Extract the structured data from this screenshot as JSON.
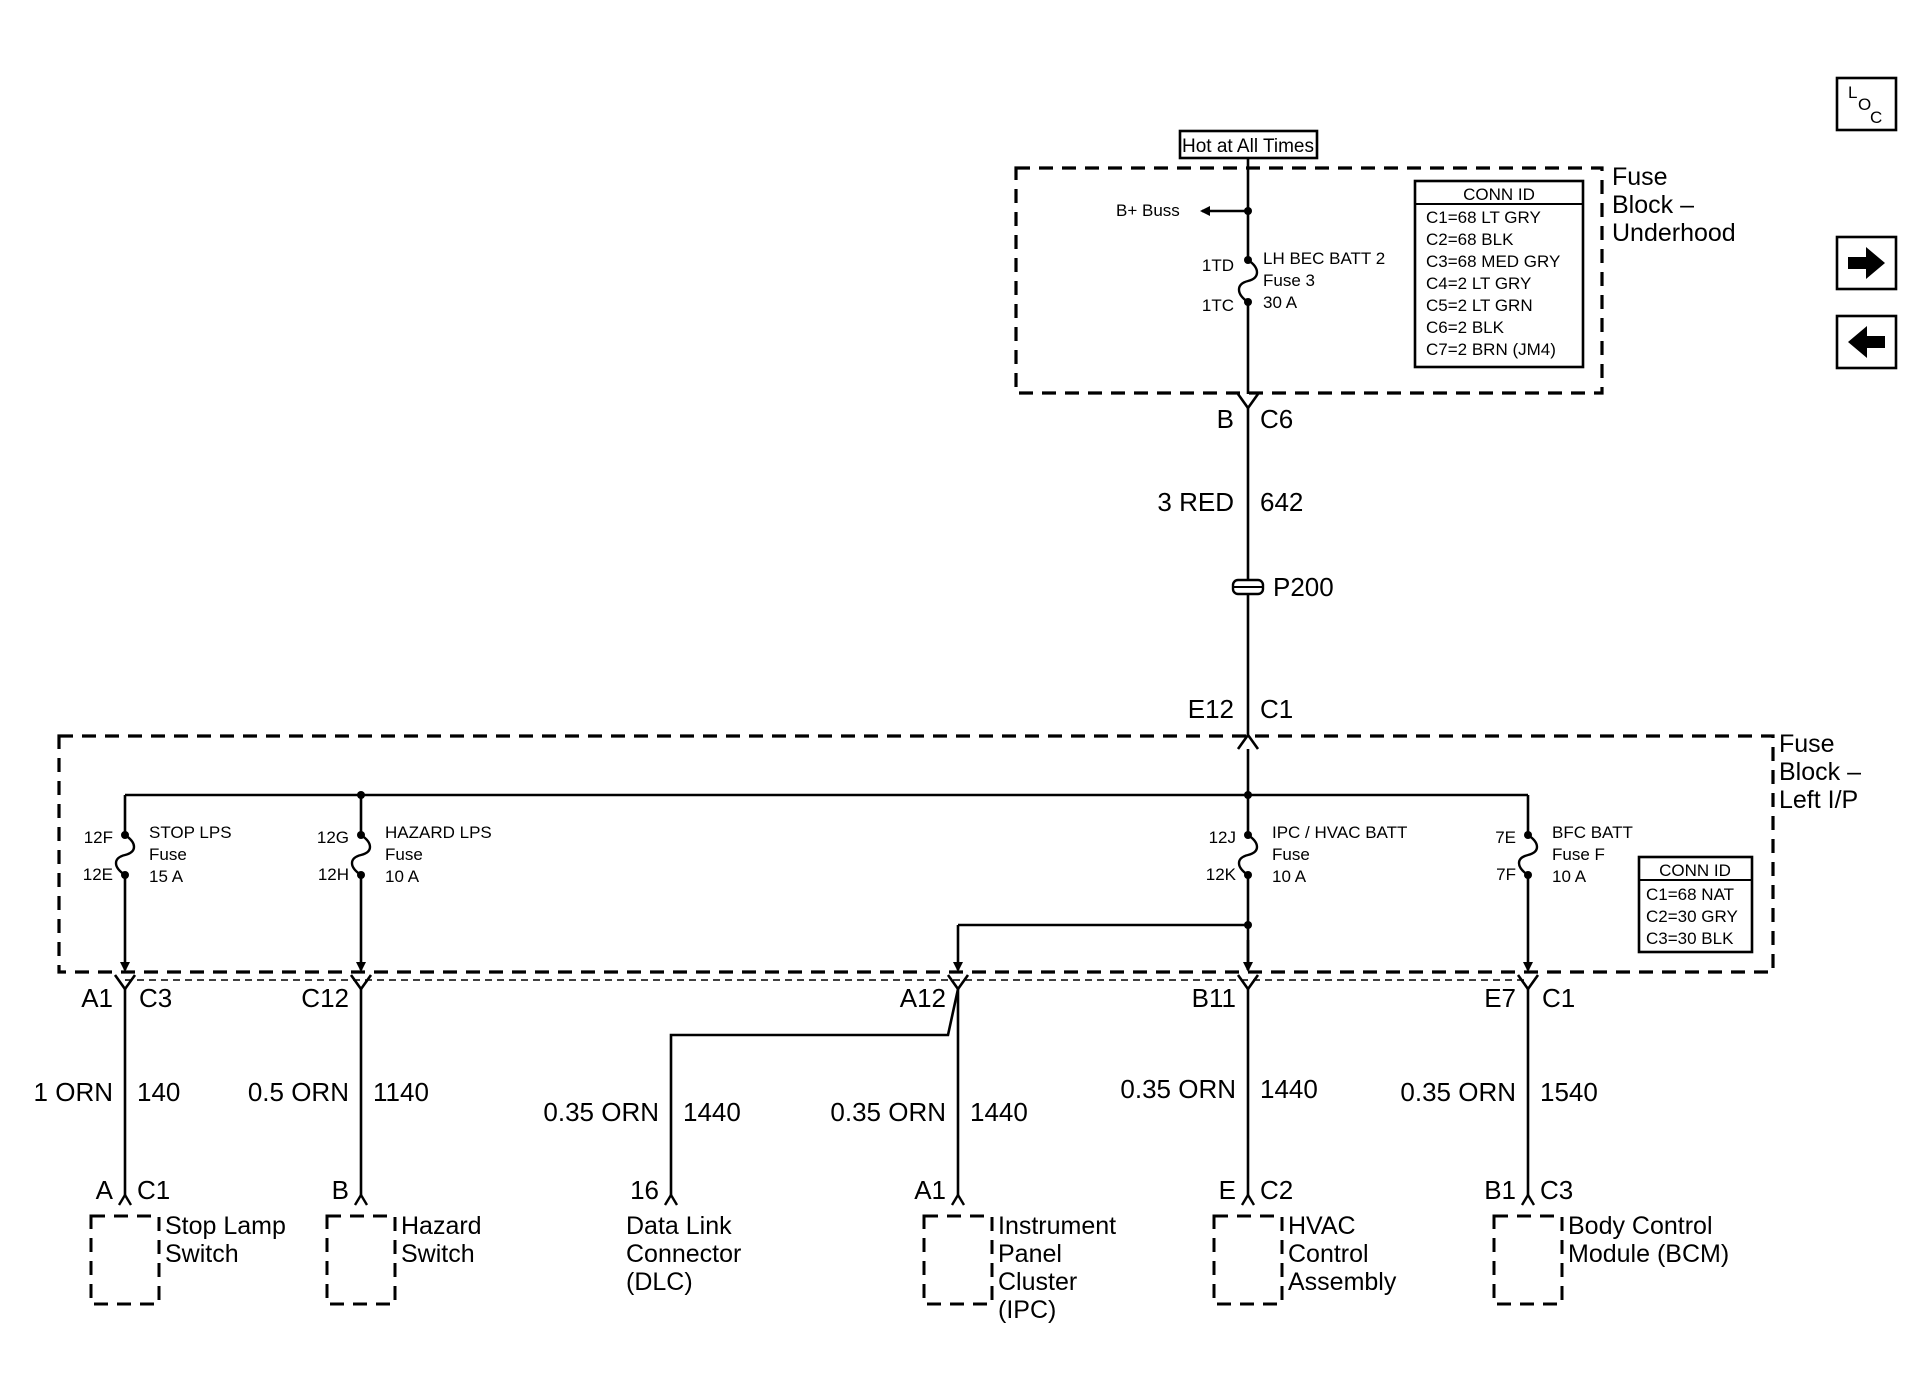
{
  "nav": {
    "loc_label": [
      "L",
      "O",
      "C"
    ],
    "next_icon": "arrow-right-icon",
    "prev_icon": "arrow-left-icon"
  },
  "source": {
    "hot_label": "Hot at All Times",
    "bplus": "B+ Buss",
    "fuse": {
      "pin_top": "1TD",
      "pin_bot": "1TC",
      "name": "LH BEC BATT 2",
      "num": "Fuse 3",
      "rating": "30 A"
    }
  },
  "underhood": {
    "title": [
      "Fuse",
      "Block –",
      "Underhood"
    ],
    "conn_header": "CONN ID",
    "conn_rows": [
      "C1=68 LT GRY",
      "C2=68 BLK",
      "C3=68 MED GRY",
      "C4=2 LT GRY",
      "C5=2 LT GRN",
      "C6=2 BLK",
      "C7=2 BRN (JM4)"
    ]
  },
  "feed": {
    "conn_pin": "B",
    "conn_id": "C6",
    "gauge": "3 RED",
    "circuit": "642",
    "splice": "P200",
    "in_pin": "E12",
    "in_conn": "C1"
  },
  "left_ip": {
    "title": [
      "Fuse",
      "Block –",
      "Left I/P"
    ],
    "conn_header": "CONN ID",
    "conn_rows": [
      "C1=68 NAT",
      "C2=30 GRY",
      "C3=30 BLK"
    ],
    "fuses": [
      {
        "pin_top": "12F",
        "pin_bot": "12E",
        "name": "STOP LPS",
        "num": "Fuse",
        "rating": "15 A"
      },
      {
        "pin_top": "12G",
        "pin_bot": "12H",
        "name": "HAZARD LPS",
        "num": "Fuse",
        "rating": "10 A"
      },
      {
        "pin_top": "12J",
        "pin_bot": "12K",
        "name": "IPC / HVAC BATT",
        "num": "Fuse",
        "rating": "10 A"
      },
      {
        "pin_top": "7E",
        "pin_bot": "7F",
        "name": "BFC BATT",
        "num": "Fuse F",
        "rating": "10 A"
      }
    ]
  },
  "outputs": [
    {
      "pin": "A1",
      "conn": "C3",
      "gauge": "1 ORN",
      "circuit": "140",
      "dest_pin": "A",
      "dest_conn": "C1",
      "name": [
        "Stop Lamp",
        "Switch"
      ]
    },
    {
      "pin": "C12",
      "conn": "",
      "gauge": "0.5 ORN",
      "circuit": "1140",
      "dest_pin": "B",
      "dest_conn": "",
      "name": [
        "Hazard",
        "Switch"
      ]
    },
    {
      "pin": "",
      "conn": "",
      "gauge": "0.35 ORN",
      "circuit": "1440",
      "dest_pin": "16",
      "dest_conn": "",
      "name": [
        "Data Link",
        "Connector",
        "(DLC)"
      ]
    },
    {
      "pin": "A12",
      "conn": "",
      "gauge": "0.35 ORN",
      "circuit": "1440",
      "dest_pin": "A1",
      "dest_conn": "",
      "name": [
        "Instrument",
        "Panel",
        "Cluster",
        "(IPC)"
      ]
    },
    {
      "pin": "B11",
      "conn": "",
      "gauge": "0.35 ORN",
      "circuit": "1440",
      "dest_pin": "E",
      "dest_conn": "C2",
      "name": [
        "HVAC",
        "Control",
        "Assembly"
      ]
    },
    {
      "pin": "E7",
      "conn": "C1",
      "gauge": "0.35 ORN",
      "circuit": "1540",
      "dest_pin": "B1",
      "dest_conn": "C3",
      "name": [
        "Body Control",
        "Module (BCM)"
      ]
    }
  ]
}
